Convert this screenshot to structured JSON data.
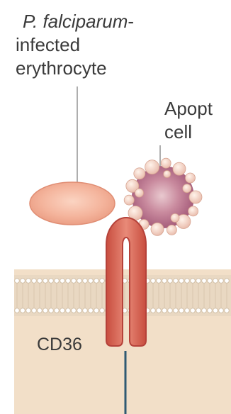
{
  "labels": {
    "pf_label_part1": "P. falciparum",
    "pf_label_part1_suffix": "-",
    "pf_label_line2": "infected",
    "pf_label_line3": "erythrocyte",
    "apoptotic_line1": "Apopt",
    "apoptotic_line2": "cell",
    "receptor": "CD36"
  },
  "colors": {
    "cytoplasm": "#f2dfc8",
    "membrane_band": "#e7d5bd",
    "lipid_head": "#ffffff",
    "erythrocyte_fill": "#f1a98f",
    "apoptotic_cell_fill": "#b7698a",
    "bleb_fill": "#f3d6c7",
    "cd36_outline": "#c94a3e",
    "cd36_fill": "#d9685a",
    "leader_line": "#9a9a9a",
    "signal_line": "#2f5a73"
  }
}
